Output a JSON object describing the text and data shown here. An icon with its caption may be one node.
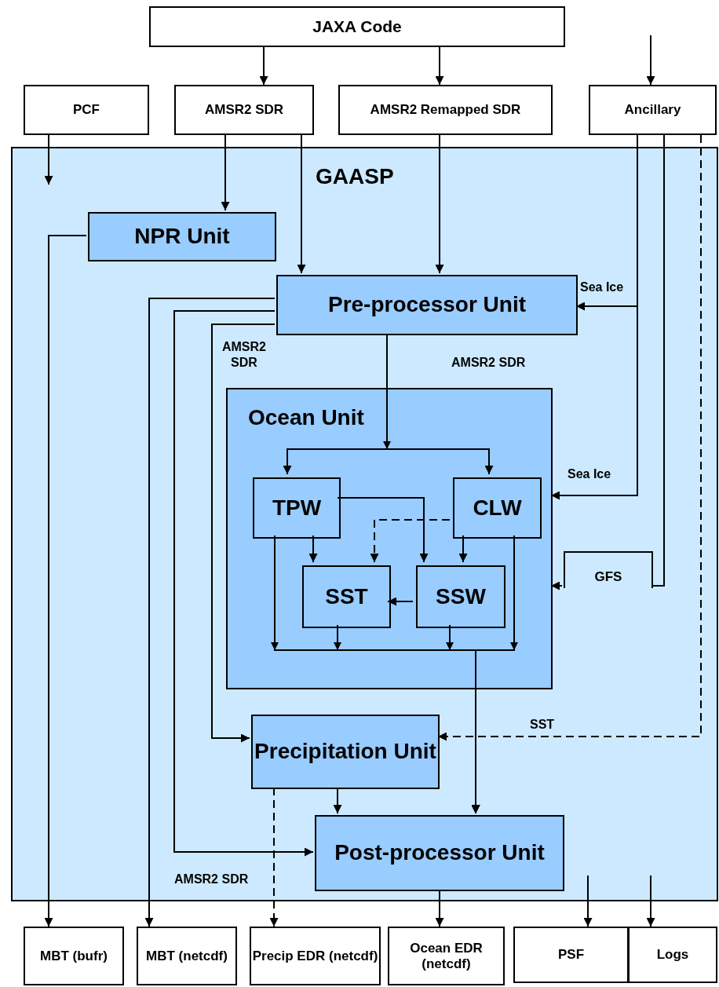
{
  "diagram": {
    "nodes": [
      {
        "text": [
          "JAXA Code"
        ]
      },
      {
        "text": [
          "PCF"
        ]
      },
      {
        "text": [
          "AMSR2 SDR"
        ]
      },
      {
        "text": [
          "AMSR2 Remapped SDR"
        ]
      },
      {
        "text": [
          "Ancillary"
        ]
      },
      {
        "text": [
          "GAASP"
        ]
      },
      {
        "text": [
          "NPR Unit"
        ],
        "in": 5
      },
      {
        "text": [
          "Pre-processor Unit"
        ],
        "in": 5
      },
      {
        "text": [
          "Ocean Unit"
        ],
        "in": 5
      },
      {
        "text": [
          "TPW"
        ],
        "in": 8
      },
      {
        "text": [
          "CLW"
        ],
        "in": 8
      },
      {
        "text": [
          "SST"
        ],
        "in": 8
      },
      {
        "text": [
          "SSW"
        ],
        "in": 8
      },
      {
        "text": [
          "GFS"
        ],
        "in": 5
      },
      {
        "text": [
          "Precipitation Unit"
        ],
        "in": 5
      },
      {
        "text": [
          "Post-processor Unit"
        ],
        "in": 5
      },
      {
        "text": [
          "MBT (bufr)"
        ]
      },
      {
        "text": [
          "MBT (netcdf)"
        ]
      },
      {
        "text": [
          "Precip EDR (netcdf)"
        ]
      },
      {
        "text": [
          "Ocean EDR (netcdf)"
        ]
      },
      {
        "text": [
          "PSF"
        ]
      },
      {
        "text": [
          "Logs"
        ]
      }
    ],
    "edges": [
      {
        "from": null,
        "to": 4,
        "arrow": "to"
      },
      {
        "from": 0,
        "to": 2,
        "arrow": "to"
      },
      {
        "from": 0,
        "to": 3,
        "arrow": "to"
      },
      {
        "from": 1,
        "to": null,
        "arrow": "to"
      },
      {
        "from": 2,
        "to": 6,
        "arrow": "to"
      },
      {
        "from": 2,
        "to": 7,
        "arrow": "to"
      },
      {
        "from": 3,
        "to": 7,
        "arrow": "to"
      },
      {
        "from": 4,
        "to": 7,
        "arrow": "to",
        "label": "Sea Ice"
      },
      {
        "from": 4,
        "to": 8,
        "arrow": "to",
        "label": "Sea Ice"
      },
      {
        "from": 4,
        "to": 13,
        "arrow": "none"
      },
      {
        "from": 13,
        "to": 8,
        "arrow": "to"
      },
      {
        "from": 4,
        "to": 14,
        "arrow": "to",
        "label": "SST",
        "style": "dashed"
      },
      {
        "from": 6,
        "to": 16,
        "arrow": "to"
      },
      {
        "from": 7,
        "to": 17,
        "arrow": "to"
      },
      {
        "from": 7,
        "to": 15,
        "arrow": "to"
      },
      {
        "from": 7,
        "to": 14,
        "arrow": "to"
      },
      {
        "from": 7,
        "to": 9,
        "arrow": "to"
      },
      {
        "from": 7,
        "to": 10,
        "arrow": "to"
      },
      {
        "from": 9,
        "to": 11,
        "arrow": "to"
      },
      {
        "from": 10,
        "to": 12,
        "arrow": "to"
      },
      {
        "from": 9,
        "to": 12,
        "arrow": "to"
      },
      {
        "from": 10,
        "to": 11,
        "arrow": "to",
        "style": "dashed"
      },
      {
        "from": 12,
        "to": 11,
        "arrow": "to"
      },
      {
        "from": 9,
        "to": 15,
        "arrow": "to"
      },
      {
        "from": 11,
        "to": 15,
        "arrow": "to"
      },
      {
        "from": 12,
        "to": 15,
        "arrow": "to"
      },
      {
        "from": 10,
        "to": 15,
        "arrow": "to"
      },
      {
        "from": 14,
        "to": 15,
        "arrow": "to"
      },
      {
        "from": 14,
        "to": 18,
        "arrow": "to",
        "style": "dashed"
      },
      {
        "from": 15,
        "to": 19,
        "arrow": "to"
      },
      {
        "from": null,
        "to": 20,
        "arrow": "to"
      },
      {
        "from": null,
        "to": 21,
        "arrow": "to"
      }
    ],
    "labels": [
      "AMSR2 SDR",
      "AMSR2 SDR",
      "AMSR2 SDR"
    ]
  }
}
